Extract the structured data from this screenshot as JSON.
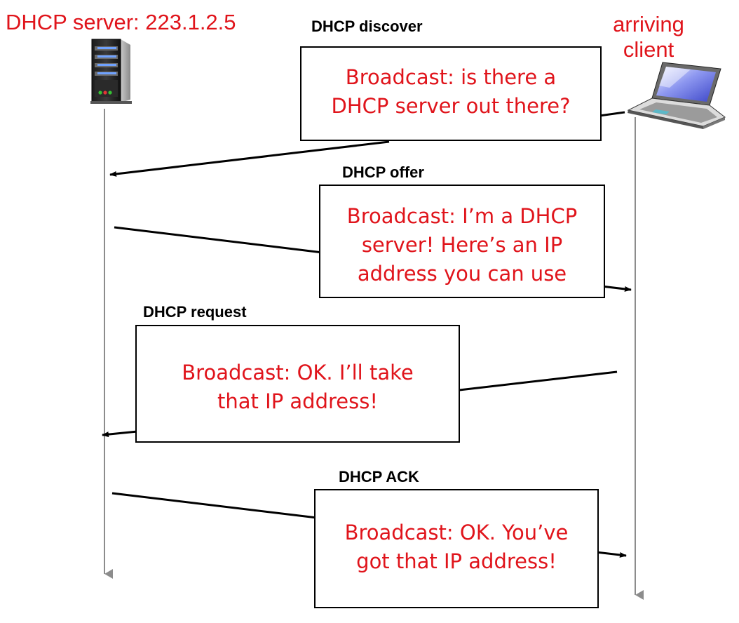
{
  "server": {
    "label": "DHCP server: 223.1.2.5",
    "icon": "server-tower-icon"
  },
  "client": {
    "label_line1": "arriving",
    "label_line2": "client",
    "icon": "laptop-icon"
  },
  "messages": [
    {
      "title": "DHCP discover",
      "direction": "client-to-server",
      "lines": [
        "Broadcast: is there a",
        "DHCP server out there?"
      ]
    },
    {
      "title": "DHCP offer",
      "direction": "server-to-client",
      "lines": [
        "Broadcast: I’m a DHCP",
        "server! Here’s an IP",
        "address you can use"
      ]
    },
    {
      "title": "DHCP request",
      "direction": "client-to-server",
      "lines": [
        "Broadcast: OK.  I’ll take",
        "that IP address!"
      ]
    },
    {
      "title": "DHCP ACK",
      "direction": "server-to-client",
      "lines": [
        "Broadcast: OK.  You’ve",
        "got that IP address!"
      ]
    }
  ],
  "colors": {
    "accent_text": "#e0141b",
    "timeline": "#8c8c8c",
    "arrow": "#000000"
  }
}
